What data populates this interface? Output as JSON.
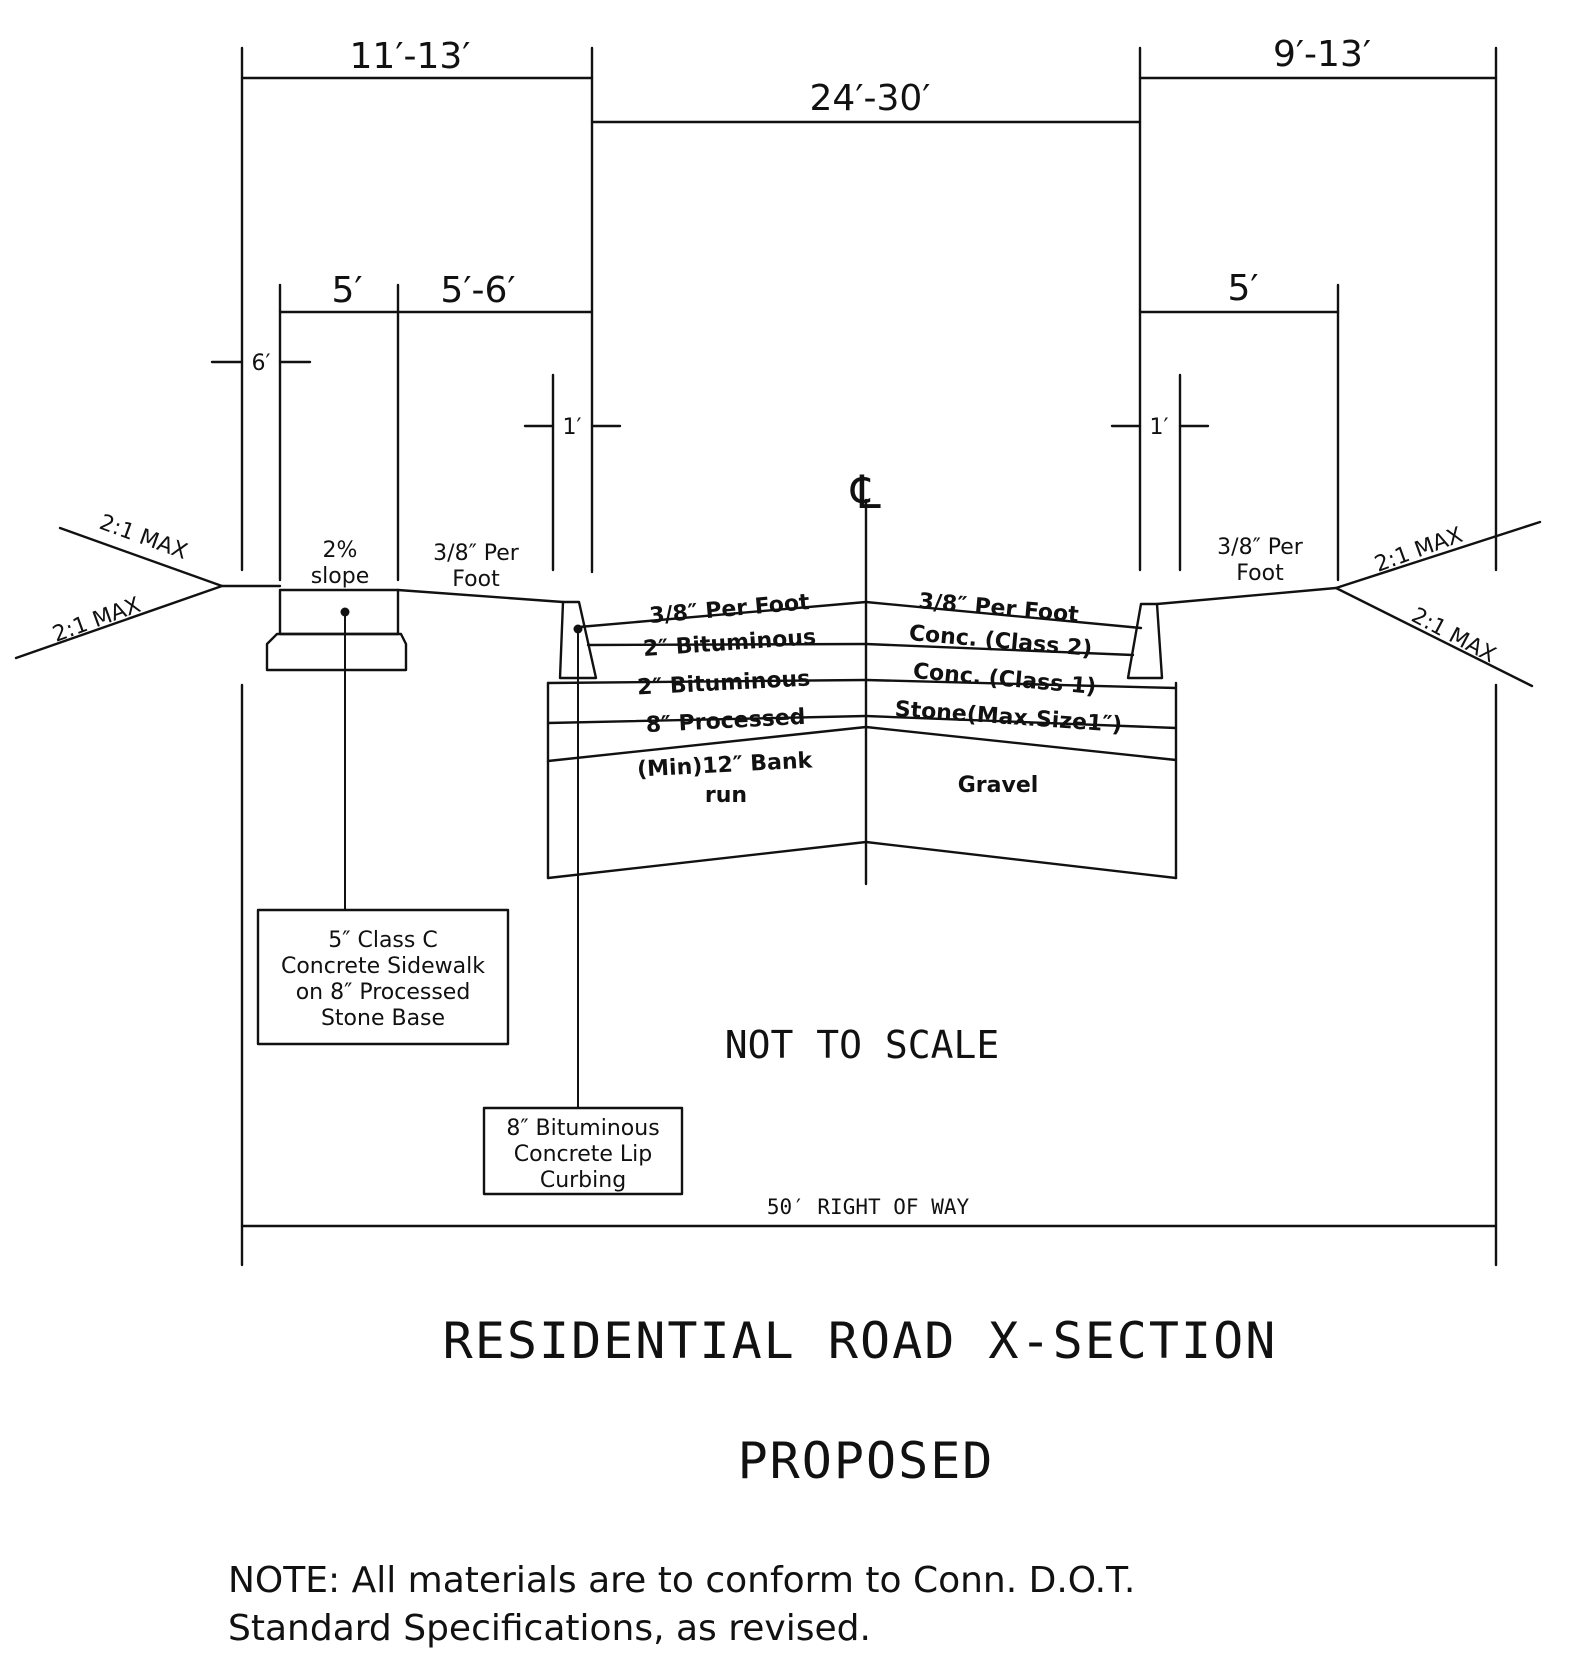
{
  "dimensions": {
    "left_total": "11′-13′",
    "center": "24′-30′",
    "right_total": "9′-13′",
    "left_sidewalk": "5′",
    "left_grass": "5′-6′",
    "right_sidewalk": "5′",
    "left_offset": "6′",
    "left_curb": "1′",
    "right_curb": "1′"
  },
  "centerline_symbol": "℄",
  "slopes": {
    "left_upper": "2:1 MAX",
    "left_lower": "2:1 MAX",
    "right_upper": "2:1 MAX",
    "right_lower": "2:1 MAX",
    "sidewalk_line1": "2%",
    "sidewalk_line2": "slope",
    "left_grass_line1": "3/8″ Per",
    "left_grass_line2": "Foot",
    "right_grass_line1": "3/8″ Per",
    "right_grass_line2": "Foot"
  },
  "pavement_left": {
    "crown": "3/8″ Per Foot",
    "layer1": "2″ Bituminous",
    "layer2": "2″ Bituminous",
    "layer3": "8″ Processed",
    "layer4_line1": "(Min)12″ Bank",
    "layer4_line2": "run"
  },
  "pavement_right": {
    "crown": "3/8″ Per Foot",
    "layer1": "Conc. (Class 2)",
    "layer2": "Conc. (Class 1)",
    "layer3": "Stone(Max.Size1″)",
    "layer4": "Gravel"
  },
  "callouts": {
    "sidewalk": [
      "5″ Class C",
      "Concrete Sidewalk",
      "on 8″ Processed",
      "Stone Base"
    ],
    "curb": [
      "8″ Bituminous",
      "Concrete Lip",
      "Curbing"
    ]
  },
  "not_to_scale": "NOT TO SCALE",
  "right_of_way": "50′ RIGHT OF WAY",
  "title": "RESIDENTIAL ROAD X-SECTION",
  "subtitle": "PROPOSED",
  "note": {
    "line1": "NOTE: All materials are to conform to Conn. D.O.T.",
    "line2": "Standard Specifications, as revised."
  }
}
